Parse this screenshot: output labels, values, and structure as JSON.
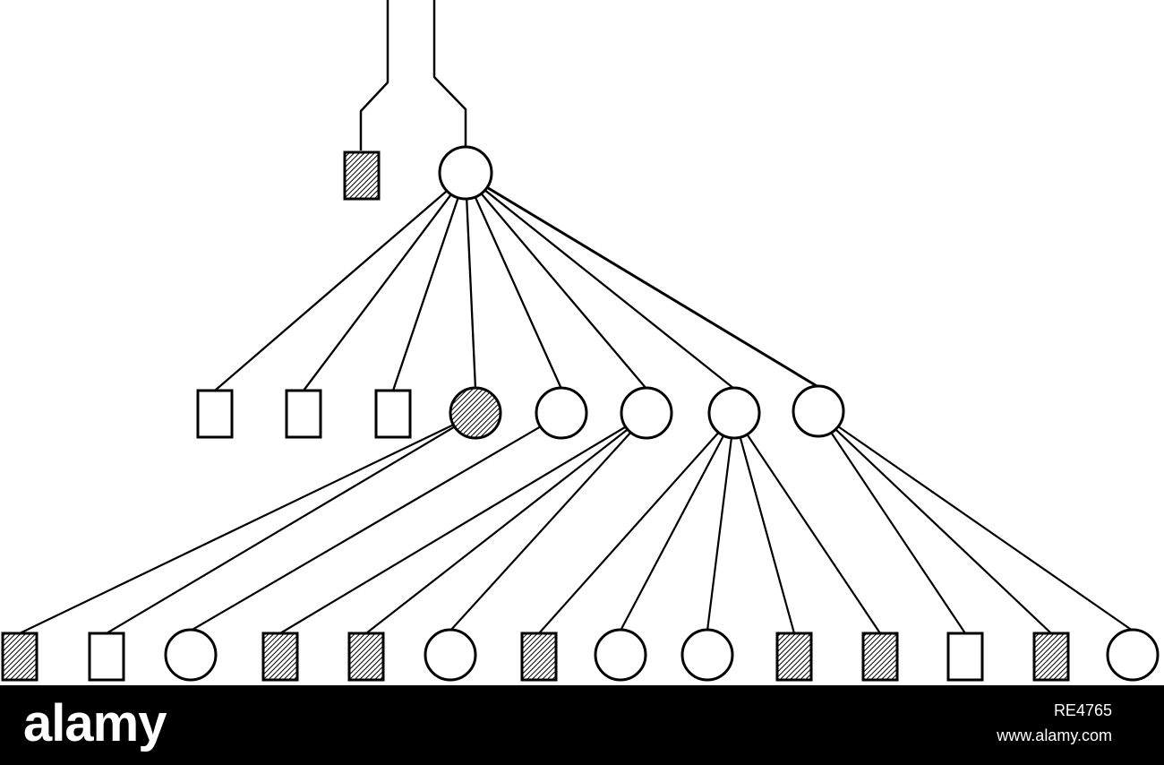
{
  "diagram": {
    "colors": {
      "stroke": "#000000",
      "hatch": "#000000",
      "background": "#ffffff"
    },
    "parents": [
      {
        "id": "p-male",
        "shape": "square",
        "affected": true
      },
      {
        "id": "p-female",
        "shape": "circle",
        "affected": false
      }
    ],
    "generation2": [
      {
        "id": "g2-1",
        "shape": "square",
        "affected": false
      },
      {
        "id": "g2-2",
        "shape": "square",
        "affected": false
      },
      {
        "id": "g2-3",
        "shape": "square",
        "affected": false
      },
      {
        "id": "g2-4",
        "shape": "circle",
        "affected": true
      },
      {
        "id": "g2-5",
        "shape": "circle",
        "affected": false
      },
      {
        "id": "g2-6",
        "shape": "circle",
        "affected": false
      },
      {
        "id": "g2-7",
        "shape": "circle",
        "affected": false
      },
      {
        "id": "g2-8",
        "shape": "circle",
        "affected": false
      }
    ],
    "generation3": [
      {
        "id": "g3-1",
        "shape": "square",
        "affected": true,
        "parent": "g2-4"
      },
      {
        "id": "g3-2",
        "shape": "square",
        "affected": false,
        "parent": "g2-4"
      },
      {
        "id": "g3-3",
        "shape": "circle",
        "affected": false,
        "parent": "g2-5"
      },
      {
        "id": "g3-4",
        "shape": "square",
        "affected": true,
        "parent": "g2-6"
      },
      {
        "id": "g3-5",
        "shape": "square",
        "affected": true,
        "parent": "g2-6"
      },
      {
        "id": "g3-6",
        "shape": "circle",
        "affected": false,
        "parent": "g2-6"
      },
      {
        "id": "g3-7",
        "shape": "square",
        "affected": true,
        "parent": "g2-7"
      },
      {
        "id": "g3-8",
        "shape": "circle",
        "affected": false,
        "parent": "g2-7"
      },
      {
        "id": "g3-9",
        "shape": "circle",
        "affected": false,
        "parent": "g2-7"
      },
      {
        "id": "g3-10",
        "shape": "square",
        "affected": true,
        "parent": "g2-7"
      },
      {
        "id": "g3-11",
        "shape": "square",
        "affected": true,
        "parent": "g2-7"
      },
      {
        "id": "g3-12",
        "shape": "square",
        "affected": false,
        "parent": "g2-8"
      },
      {
        "id": "g3-13",
        "shape": "square",
        "affected": true,
        "parent": "g2-8"
      },
      {
        "id": "g3-14",
        "shape": "circle",
        "affected": false,
        "parent": "g2-8"
      }
    ]
  },
  "watermark": {
    "logo": "alamy",
    "image_id": "RE4765",
    "site": "www.alamy.com"
  }
}
